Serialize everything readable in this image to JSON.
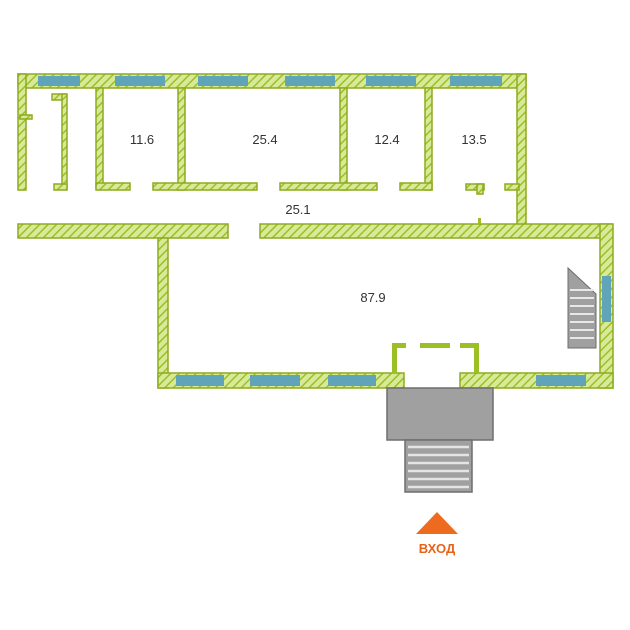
{
  "colors": {
    "wall": "#b5d33a",
    "wall_stroke": "#8eab1f",
    "window": "#5fa4b8",
    "stair": "#a0a0a0",
    "stair_dark": "#6e6e6e",
    "entrance": "#ee6a1f",
    "text": "#333333"
  },
  "rooms": [
    {
      "id": "room-1",
      "area": "11.6"
    },
    {
      "id": "room-2",
      "area": "25.4"
    },
    {
      "id": "room-3",
      "area": "12.4"
    },
    {
      "id": "room-4",
      "area": "13.5"
    },
    {
      "id": "corridor",
      "area": "25.1"
    },
    {
      "id": "hall",
      "area": "87.9"
    }
  ],
  "entrance": {
    "label": "ВХОД",
    "icon": "triangle-arrow-up-icon"
  },
  "stairs": {
    "icon": "staircase-icon"
  }
}
